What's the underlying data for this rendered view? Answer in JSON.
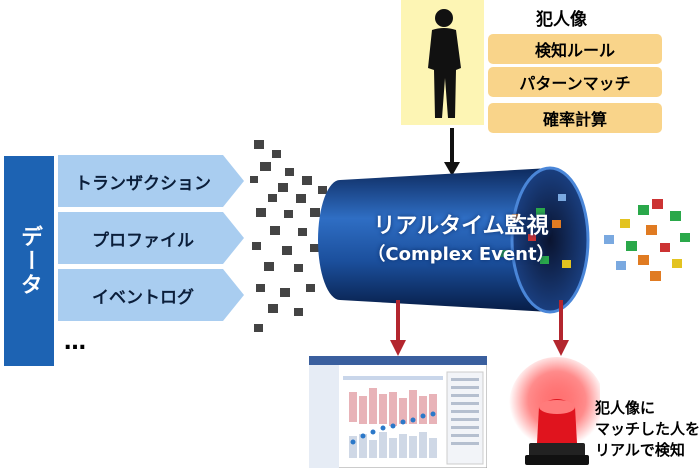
{
  "data_label": "データ",
  "sources": [
    "トランザクション",
    "プロファイル",
    "イベントログ"
  ],
  "ellipsis": "…",
  "profile": {
    "title": "犯人像",
    "rules": [
      "検知ルール",
      "パターンマッチ",
      "確率計算"
    ]
  },
  "tube": {
    "title": "リアルタイム監視",
    "subtitle": "（Complex Event）"
  },
  "alert": {
    "lines": [
      "犯人像に",
      "マッチした人を",
      "リアルで検知"
    ]
  },
  "colors": {
    "data_bar": "#1d63b3",
    "source_arrow": "#a9cdf0",
    "profile_panel": "#fdf5b4",
    "rule_box": "#f9d48a",
    "tube": "#1b4f9c",
    "output_arrow": "#b3262e",
    "siren": "#e0141e"
  }
}
